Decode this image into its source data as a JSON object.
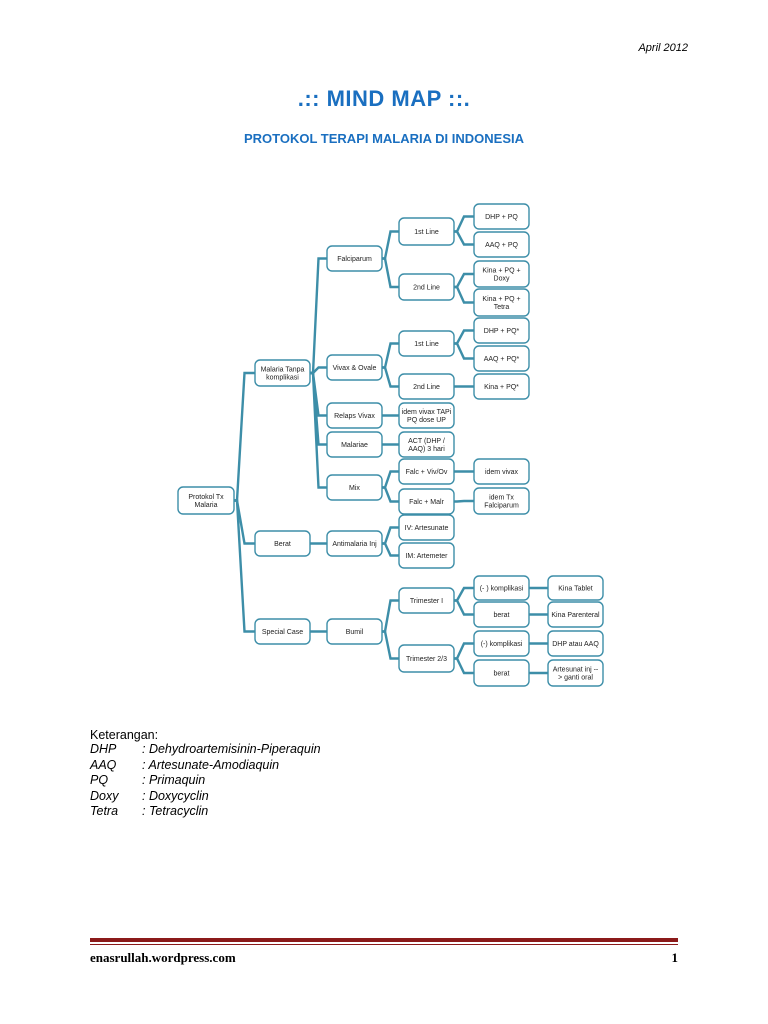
{
  "date": "April 2012",
  "title": ".:: MIND MAP ::.",
  "subtitle": "PROTOKOL TERAPI MALARIA DI INDONESIA",
  "mindmap": {
    "nodes": [
      {
        "id": "root",
        "lines": [
          "Protokol Tx",
          "Malaria"
        ]
      },
      {
        "id": "tanpa",
        "lines": [
          "Malaria Tanpa",
          "komplikasi"
        ]
      },
      {
        "id": "berat",
        "lines": [
          "Berat"
        ]
      },
      {
        "id": "special",
        "lines": [
          "Special Case"
        ]
      },
      {
        "id": "falci",
        "lines": [
          "Falciparum"
        ]
      },
      {
        "id": "vivax",
        "lines": [
          "Vivax & Ovale"
        ]
      },
      {
        "id": "relaps",
        "lines": [
          "Relaps Vivax"
        ]
      },
      {
        "id": "malariae",
        "lines": [
          "Malariae"
        ]
      },
      {
        "id": "mix",
        "lines": [
          "Mix"
        ]
      },
      {
        "id": "antimalaria",
        "lines": [
          "Antimalaria Inj"
        ]
      },
      {
        "id": "bumil",
        "lines": [
          "Bumil"
        ]
      },
      {
        "id": "f1",
        "lines": [
          "1st Line"
        ]
      },
      {
        "id": "f2",
        "lines": [
          "2nd Line"
        ]
      },
      {
        "id": "v1",
        "lines": [
          "1st Line"
        ]
      },
      {
        "id": "v2",
        "lines": [
          "2nd Line"
        ]
      },
      {
        "id": "idemtapi",
        "lines": [
          "idem vivax TAPi",
          "PQ dose UP"
        ]
      },
      {
        "id": "act",
        "lines": [
          "ACT (DHP /",
          "AAQ) 3 hari"
        ]
      },
      {
        "id": "mix1",
        "lines": [
          "Falc + Viv/Ov"
        ]
      },
      {
        "id": "mix2",
        "lines": [
          "Falc + Malr"
        ]
      },
      {
        "id": "iv",
        "lines": [
          "IV: Artesunate"
        ]
      },
      {
        "id": "im",
        "lines": [
          "IM: Artemeter"
        ]
      },
      {
        "id": "tri1",
        "lines": [
          "Trimester I"
        ]
      },
      {
        "id": "tri23",
        "lines": [
          "Trimester 2/3"
        ]
      },
      {
        "id": "f1a",
        "lines": [
          "DHP + PQ"
        ]
      },
      {
        "id": "f1b",
        "lines": [
          "AAQ + PQ"
        ]
      },
      {
        "id": "f2a",
        "lines": [
          "Kina + PQ +",
          "Doxy"
        ]
      },
      {
        "id": "f2b",
        "lines": [
          "Kina + PQ +",
          "Tetra"
        ]
      },
      {
        "id": "v1a",
        "lines": [
          "DHP + PQ*"
        ]
      },
      {
        "id": "v1b",
        "lines": [
          "AAQ + PQ*"
        ]
      },
      {
        "id": "v2a",
        "lines": [
          "Kina + PQ*"
        ]
      },
      {
        "id": "idemvivax",
        "lines": [
          "idem vivax"
        ]
      },
      {
        "id": "idemtx",
        "lines": [
          "idem Tx",
          "Falciparum"
        ]
      },
      {
        "id": "t1a",
        "lines": [
          "(- ) komplikasi"
        ]
      },
      {
        "id": "t1b",
        "lines": [
          "berat"
        ]
      },
      {
        "id": "t2a",
        "lines": [
          "(-) komplikasi"
        ]
      },
      {
        "id": "t2b",
        "lines": [
          "berat"
        ]
      },
      {
        "id": "t1a1",
        "lines": [
          "Kina Tablet"
        ]
      },
      {
        "id": "t1b1",
        "lines": [
          "Kina Parenteral"
        ]
      },
      {
        "id": "t2a1",
        "lines": [
          "DHP atau AAQ"
        ]
      },
      {
        "id": "t2b1",
        "lines": [
          "Artesunat inj --",
          "> ganti oral"
        ]
      }
    ],
    "edges": [
      [
        "root",
        "tanpa"
      ],
      [
        "root",
        "berat"
      ],
      [
        "root",
        "special"
      ],
      [
        "tanpa",
        "falci"
      ],
      [
        "tanpa",
        "vivax"
      ],
      [
        "tanpa",
        "relaps"
      ],
      [
        "tanpa",
        "malariae"
      ],
      [
        "tanpa",
        "mix"
      ],
      [
        "falci",
        "f1"
      ],
      [
        "falci",
        "f2"
      ],
      [
        "f1",
        "f1a"
      ],
      [
        "f1",
        "f1b"
      ],
      [
        "f2",
        "f2a"
      ],
      [
        "f2",
        "f2b"
      ],
      [
        "vivax",
        "v1"
      ],
      [
        "vivax",
        "v2"
      ],
      [
        "v1",
        "v1a"
      ],
      [
        "v1",
        "v1b"
      ],
      [
        "v2",
        "v2a"
      ],
      [
        "relaps",
        "idemtapi"
      ],
      [
        "malariae",
        "act"
      ],
      [
        "mix",
        "mix1"
      ],
      [
        "mix",
        "mix2"
      ],
      [
        "mix1",
        "idemvivax"
      ],
      [
        "mix2",
        "idemtx"
      ],
      [
        "berat",
        "antimalaria"
      ],
      [
        "antimalaria",
        "iv"
      ],
      [
        "antimalaria",
        "im"
      ],
      [
        "special",
        "bumil"
      ],
      [
        "bumil",
        "tri1"
      ],
      [
        "bumil",
        "tri23"
      ],
      [
        "tri1",
        "t1a"
      ],
      [
        "tri1",
        "t1b"
      ],
      [
        "tri23",
        "t2a"
      ],
      [
        "tri23",
        "t2b"
      ],
      [
        "t1a",
        "t1a1"
      ],
      [
        "t1b",
        "t1b1"
      ],
      [
        "t2a",
        "t2a1"
      ],
      [
        "t2b",
        "t2b1"
      ]
    ]
  },
  "legend": {
    "heading": "Keterangan:",
    "items": [
      {
        "abbr": "DHP",
        "desc": ": Dehydroartemisinin-Piperaquin"
      },
      {
        "abbr": "AAQ",
        "desc": ": Artesunate-Amodiaquin"
      },
      {
        "abbr": "PQ",
        "desc": ": Primaquin"
      },
      {
        "abbr": "Doxy",
        "desc": ": Doxycyclin"
      },
      {
        "abbr": "Tetra",
        "desc": ": Tetracyclin"
      }
    ]
  },
  "footer": {
    "site": "enasrullah.wordpress.com",
    "page": "1"
  }
}
